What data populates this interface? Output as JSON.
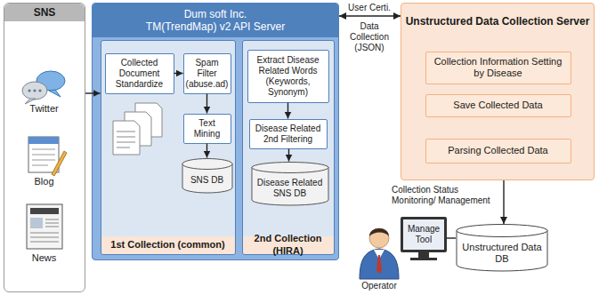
{
  "diagram": {
    "nodes": [
      {
        "text": [
          "SNS"
        ]
      },
      {
        "text": [
          "Twitter"
        ],
        "in": 0
      },
      {
        "text": [
          "Blog"
        ],
        "in": 0
      },
      {
        "text": [
          "News"
        ],
        "in": 0
      },
      {
        "text": [
          "Dum soft Inc.",
          "TM(TrendMap) v2 API Server"
        ]
      },
      {
        "text": [
          "1st Collection (common)"
        ],
        "in": 4
      },
      {
        "text": [
          "Collected Document Standardize"
        ],
        "in": 5
      },
      {
        "text": [
          "Spam Filter (abuse.ad)"
        ],
        "in": 5
      },
      {
        "text": [
          "Text Mining"
        ],
        "in": 5
      },
      {
        "text": [
          "SNS DB"
        ],
        "in": 5
      },
      {
        "text": [
          "2nd Collection (HIRA)"
        ],
        "in": 4
      },
      {
        "text": [
          "Extract Disease Related Words (Keywords, Synonym)"
        ],
        "in": 10
      },
      {
        "text": [
          "Disease Related 2nd Filtering"
        ],
        "in": 10
      },
      {
        "text": [
          "Disease Related SNS DB"
        ],
        "in": 10
      },
      {
        "text": [
          "Unstructured Data Collection Server"
        ]
      },
      {
        "text": [
          "Collection Information Setting by Disease"
        ],
        "in": 14
      },
      {
        "text": [
          "Save Collected Data"
        ],
        "in": 14
      },
      {
        "text": [
          "Parsing Collected Data"
        ],
        "in": 14
      },
      {
        "text": [
          "Manage Tool"
        ]
      },
      {
        "text": [
          "Unstructured Data DB"
        ]
      }
    ],
    "edges": [
      {
        "from": 0,
        "to": 5,
        "arrow": "to"
      },
      {
        "from": 6,
        "to": 7,
        "arrow": "to"
      },
      {
        "from": 7,
        "to": 8,
        "arrow": "to"
      },
      {
        "from": 8,
        "to": 9,
        "arrow": "to"
      },
      {
        "from": 11,
        "to": 12,
        "arrow": "to"
      },
      {
        "from": 12,
        "to": 13,
        "arrow": "to"
      },
      {
        "from": 4,
        "to": 14,
        "label": "User Certi.",
        "arrow": "both"
      },
      {
        "from": 14,
        "to": 19,
        "label": "Collection Status Monitoring/ Management",
        "arrow": "to"
      },
      {
        "from": 18,
        "to": 19,
        "arrow": "none"
      }
    ],
    "labels": [
      "Data Collection (JSON)",
      "Operator"
    ]
  }
}
